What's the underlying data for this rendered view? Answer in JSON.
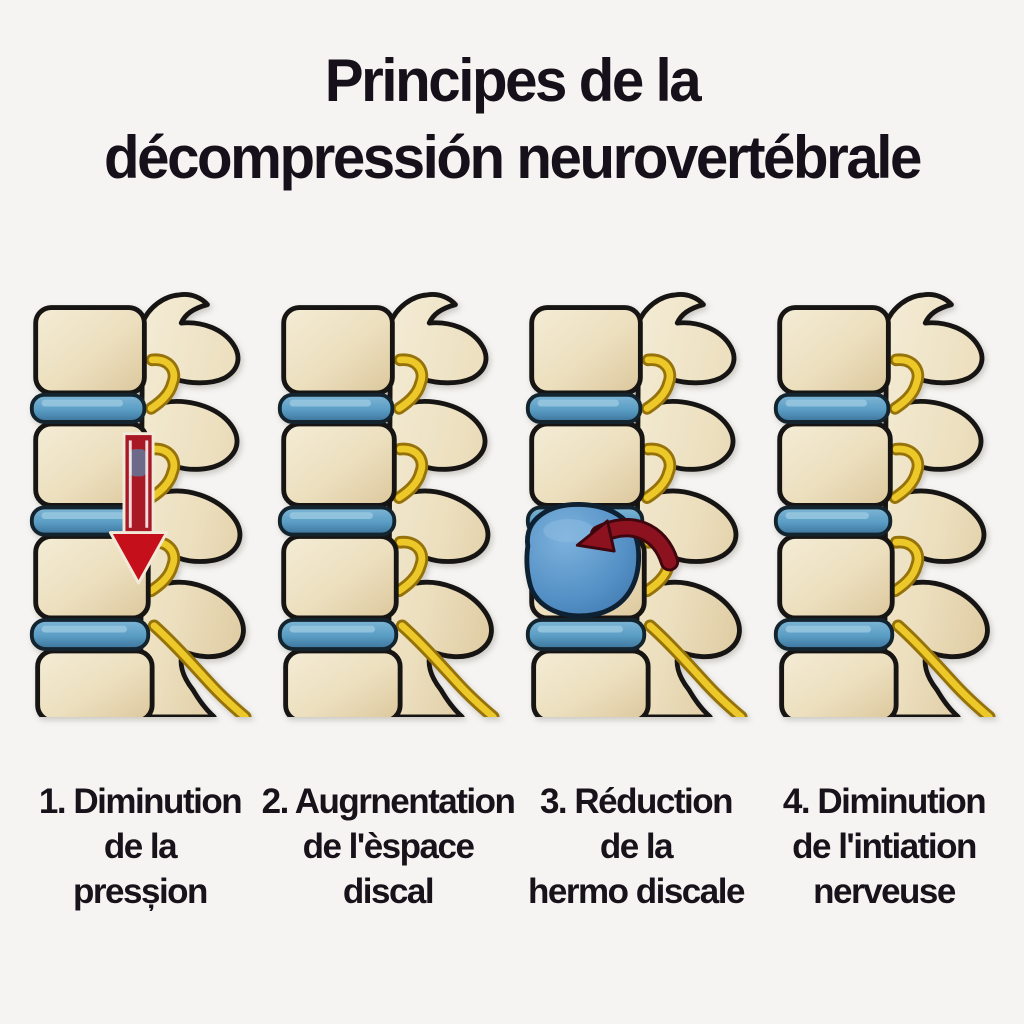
{
  "title": {
    "line1": "Principes de la",
    "line2": "décompressión neurovertébrale"
  },
  "panels": [
    {
      "caption_lines": [
        "1. Diminution",
        "de la",
        "presșion"
      ],
      "overlay": "down-arrow",
      "illustration": "lumbar-spine-lateral-with-compression-arrow"
    },
    {
      "caption_lines": [
        "2. Augrnentation",
        "de l'èspace",
        "discal"
      ],
      "overlay": "none",
      "illustration": "lumbar-spine-lateral"
    },
    {
      "caption_lines": [
        "3. Réduction",
        "de la",
        "hermo discale"
      ],
      "overlay": "hernia",
      "illustration": "lumbar-spine-lateral-with-disc-herniation"
    },
    {
      "caption_lines": [
        "4. Diminution",
        "de l'intiation",
        "nerveuse"
      ],
      "overlay": "none",
      "illustration": "lumbar-spine-lateral"
    }
  ],
  "colors": {
    "background": "#f5f4f2",
    "text": "#16101a",
    "bone_light": "#f1e7cb",
    "bone_shade": "#ddc9a0",
    "outline": "#171513",
    "disc_blue": "#5a9dc4",
    "disc_blue_dark": "#2f6487",
    "nerve_yellow": "#edc829",
    "nerve_dark": "#96720a",
    "arrow_red": "#c50f1b",
    "arrow_shaft_red": "#a81825",
    "hernia_blue": "#5e9bce",
    "hernia_arrow_dark_red": "#8c1220"
  }
}
